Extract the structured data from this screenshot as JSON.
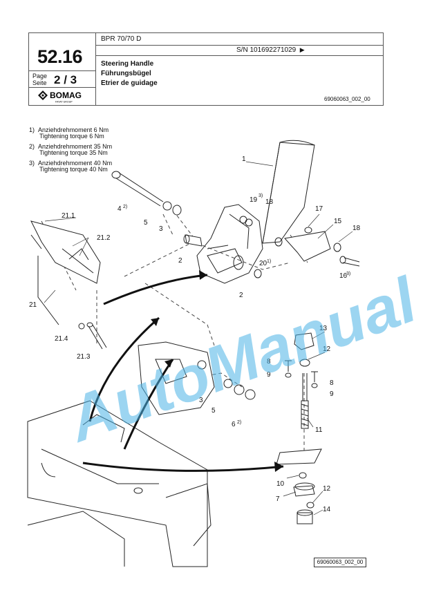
{
  "header": {
    "page_number": "52.16",
    "model": "BPR 70/70 D",
    "serial": "S/N 101692271029",
    "serial_arrow": "▶",
    "page_label_en": "Page",
    "page_label_de": "Seite",
    "page_current": "2",
    "page_sep": "/",
    "page_total": "3",
    "brand": "BOMAG",
    "brand_sub": "FAYAT GROUP",
    "titles": [
      "Steering Handle",
      "Führungsbügel",
      "Etrier de guidage"
    ],
    "ref_code": "69060063_002_00"
  },
  "notes": [
    {
      "n": "1)",
      "l1": "Anziehdrehmoment 6 Nm",
      "l2": "Tightening torque 6 Nm"
    },
    {
      "n": "2)",
      "l1": "Anziehdrehmoment 35 Nm",
      "l2": "Tightening torque 35 Nm"
    },
    {
      "n": "3)",
      "l1": "Anziehdrehmoment 40 Nm",
      "l2": "Tightening torque 40 Nm"
    }
  ],
  "labels": {
    "l1": "1",
    "l2a": "2",
    "l2b": "2",
    "l3a": "3",
    "l3b": "3",
    "l4": "4",
    "l4s": "2)",
    "l5a": "5",
    "l5b": "5",
    "l6": "6",
    "l6s": "2)",
    "l7": "7",
    "l8a": "8",
    "l8b": "8",
    "l9a": "9",
    "l9b": "9",
    "l10": "10",
    "l11": "11",
    "l12a": "12",
    "l12b": "12",
    "l13": "13",
    "l14": "14",
    "l15": "15",
    "l16": "16",
    "l16s": "3)",
    "l17": "17",
    "l18a": "18",
    "l18b": "18",
    "l19": "19",
    "l19s": "3)",
    "l20": "20",
    "l20s": "1)",
    "l21": "21",
    "l211": "21.1",
    "l212": "21.2",
    "l213": "21.3",
    "l214": "21.4"
  },
  "watermark": "AutoManual",
  "footer_ref": "69060063_002_00"
}
